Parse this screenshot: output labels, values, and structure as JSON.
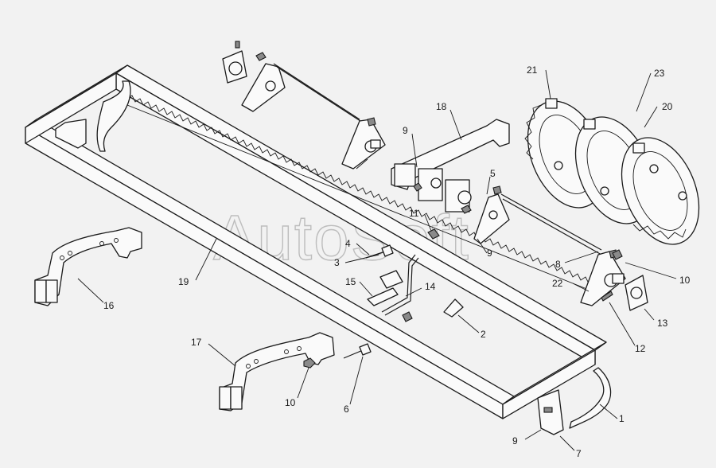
{
  "watermark": "AutoSoft",
  "callouts": [
    {
      "id": "c21",
      "text": "21"
    },
    {
      "id": "c23",
      "text": "23"
    },
    {
      "id": "c20",
      "text": "20"
    },
    {
      "id": "c18",
      "text": "18"
    },
    {
      "id": "c9a",
      "text": "9"
    },
    {
      "id": "c5",
      "text": "5"
    },
    {
      "id": "c11",
      "text": "11"
    },
    {
      "id": "c9b",
      "text": "9"
    },
    {
      "id": "c4",
      "text": "4"
    },
    {
      "id": "c3",
      "text": "3"
    },
    {
      "id": "c15",
      "text": "15"
    },
    {
      "id": "c14",
      "text": "14"
    },
    {
      "id": "c19",
      "text": "19"
    },
    {
      "id": "c16",
      "text": "16"
    },
    {
      "id": "c8",
      "text": "8"
    },
    {
      "id": "c10a",
      "text": "10"
    },
    {
      "id": "c22",
      "text": "22"
    },
    {
      "id": "c13",
      "text": "13"
    },
    {
      "id": "c12",
      "text": "12"
    },
    {
      "id": "c2",
      "text": "2"
    },
    {
      "id": "c17",
      "text": "17"
    },
    {
      "id": "c10b",
      "text": "10"
    },
    {
      "id": "c6",
      "text": "6"
    },
    {
      "id": "c1",
      "text": "1"
    },
    {
      "id": "c9c",
      "text": "9"
    },
    {
      "id": "c7",
      "text": "7"
    }
  ]
}
